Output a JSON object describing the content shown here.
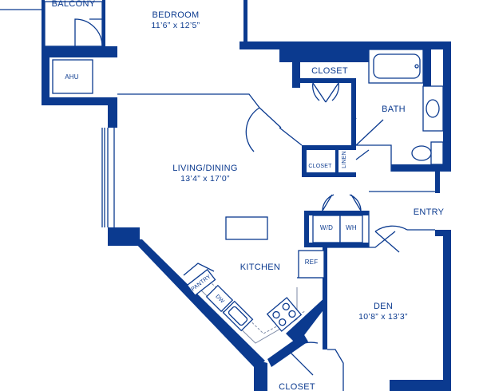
{
  "plan": {
    "accent_color": "#0b3a8f",
    "rooms": {
      "balcony": {
        "label": "BALCONY"
      },
      "bedroom": {
        "label": "BEDROOM",
        "dimensions": "11’6” x 12’5”"
      },
      "living_dining": {
        "label": "LIVING/DINING",
        "dimensions": "13’4” x 17’0”"
      },
      "kitchen": {
        "label": "KITCHEN"
      },
      "bath": {
        "label": "BATH"
      },
      "entry": {
        "label": "ENTRY"
      },
      "den": {
        "label": "DEN",
        "dimensions": "10’8” x 13’3”"
      }
    },
    "fixtures": {
      "ahu": "AHU",
      "closet_top": "CLOSET",
      "closet_small": "CLOSET",
      "linen": "LINEN",
      "washer_dryer": "W/D",
      "water_heater": "WH",
      "refrigerator": "REF",
      "pantry": "PANTRY",
      "dishwasher": "DW",
      "closet_bottom": "CLOSET"
    }
  }
}
